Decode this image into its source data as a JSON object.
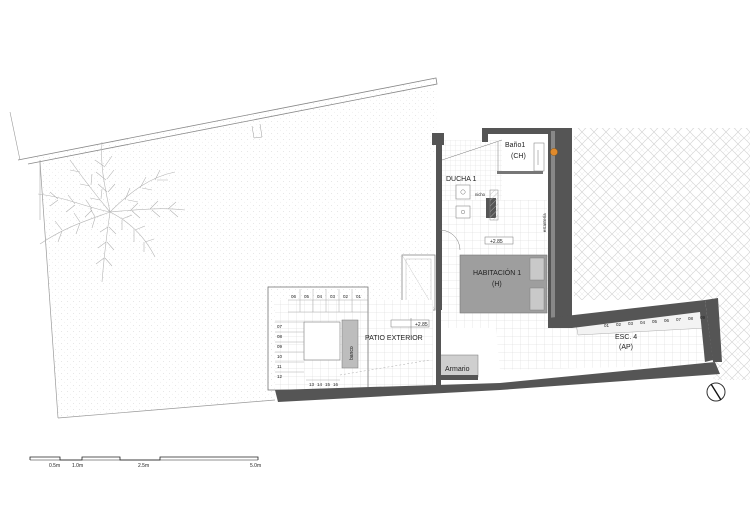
{
  "rooms": {
    "bano": {
      "name": "Baño1",
      "code": "(CH)"
    },
    "ducha": {
      "name": "DUCHA 1"
    },
    "habitacion": {
      "name": "HABITACIÓN 1",
      "code": "(H)"
    },
    "patio": {
      "name": "PATIO EXTERIOR"
    },
    "armario": {
      "name": "Armario"
    },
    "esc": {
      "name": "ESC. 4",
      "code": "(AP)"
    }
  },
  "annotations": {
    "nicho": "nicho",
    "banco": "banco",
    "estanteria": "estantería",
    "level_habitacion": "+2.85",
    "level_patio": "+2.85"
  },
  "stair_patio": {
    "top": [
      "06",
      "05",
      "04",
      "03",
      "02",
      "01"
    ],
    "left": [
      "07",
      "08",
      "09",
      "10",
      "11",
      "12"
    ],
    "bottom": [
      "13",
      "14",
      "15",
      "16"
    ]
  },
  "stair_esc": [
    "01",
    "02",
    "03",
    "04",
    "05",
    "06",
    "07",
    "08",
    "09"
  ],
  "scale_bar": {
    "labels": [
      "0.5m",
      "1.0m",
      "2.5m",
      "5.0m"
    ]
  },
  "colors": {
    "wall": "#555555",
    "wall_light": "#9a9a9a",
    "room_fill": "#c8c8c8",
    "bed_fill": "#9e9e9e",
    "tile_stroke": "#cfcfcf",
    "herringbone": "#dcdcdc",
    "accent": "#e08a2c"
  }
}
